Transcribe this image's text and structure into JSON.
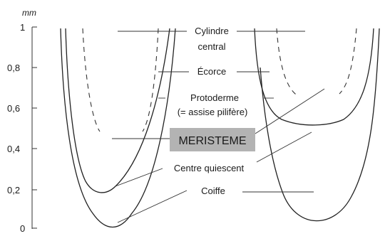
{
  "axis": {
    "unit": "mm",
    "ticks": [
      "1",
      "0,8",
      "0,6",
      "0,4",
      "0,2",
      "0"
    ]
  },
  "labels": {
    "cylindre_line1": "Cylindre",
    "cylindre_line2": "central",
    "ecorce": "Écorce",
    "protoderme_line1": "Protoderme",
    "protoderme_line2": "(= assise pilifère)",
    "meristeme": "MERISTEME",
    "centre_quiescent": "Centre quiescent",
    "coiffe": "Coiffe"
  },
  "colors": {
    "meristeme_box": "#b3b3b3",
    "ink": "#222222"
  }
}
